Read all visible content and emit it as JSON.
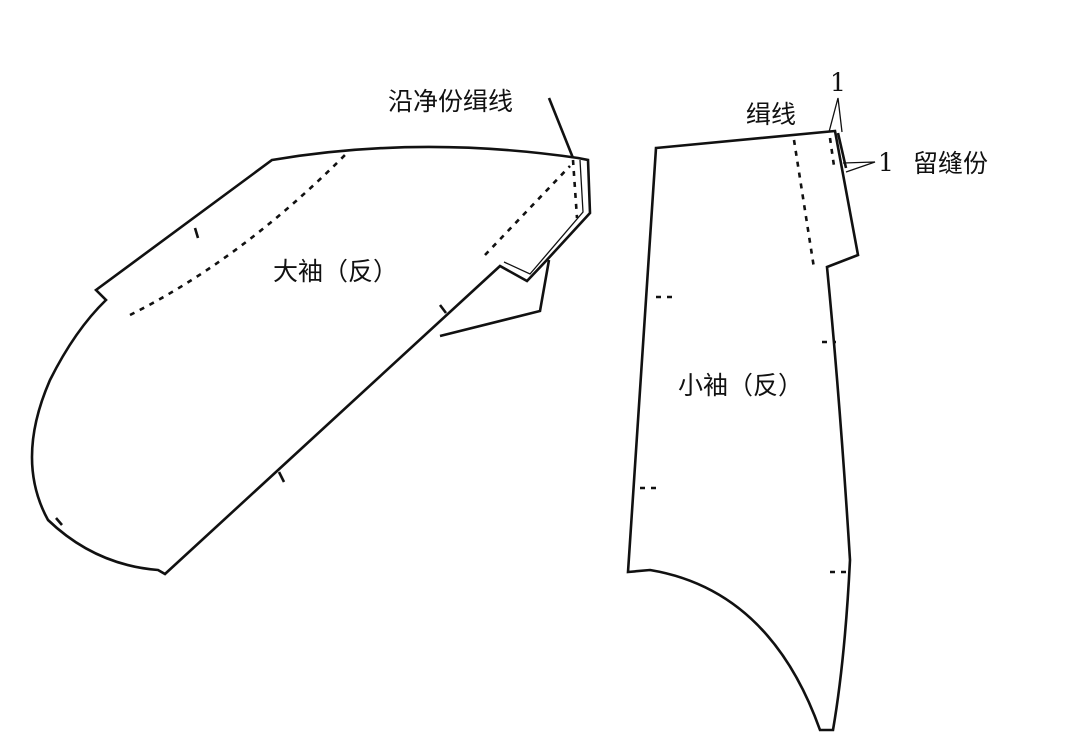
{
  "labels": {
    "big_sleeve": "大袖（反）",
    "small_sleeve": "小袖（反）",
    "stitch_along_net": "沿净份缉线",
    "stitch_line": "缉线",
    "seam_allowance": "留缝份",
    "dim_top": "1",
    "dim_side": "1"
  }
}
